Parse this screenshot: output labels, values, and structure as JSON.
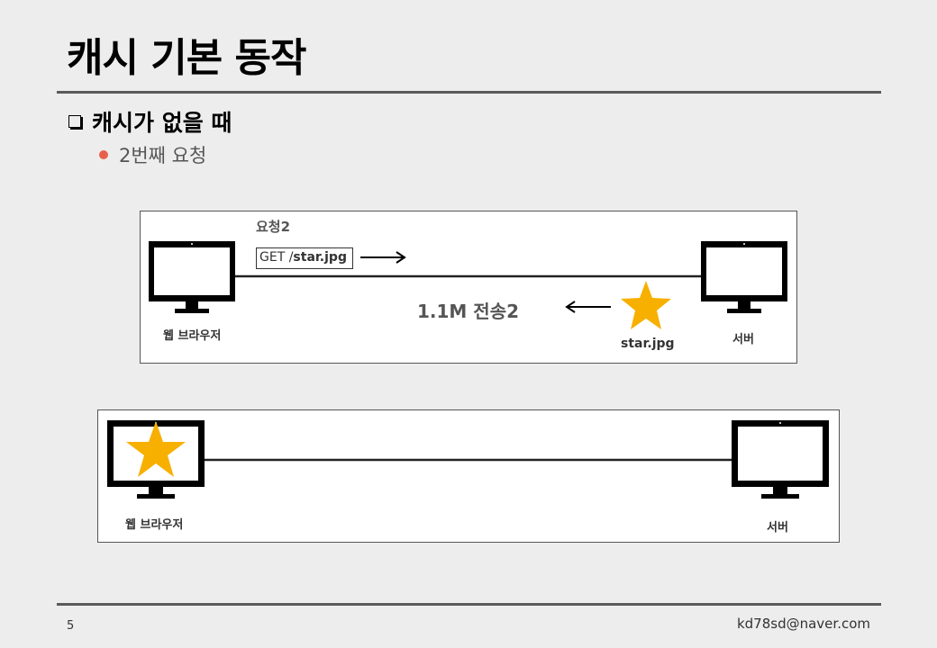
{
  "slide": {
    "title": "캐시 기본 동작",
    "heading": "캐시가 없을 때",
    "bullet": "2번째 요청",
    "page_number": "5",
    "email": "kd78sd@naver.com"
  },
  "diagram1": {
    "request_label": "요청2",
    "request_method": "GET /",
    "request_file": "star.jpg",
    "transfer_label": "1.1M 전송2",
    "file_label": "star.jpg",
    "client_label": "웹 브라우저",
    "server_label": "서버"
  },
  "diagram2": {
    "client_label": "웹 브라우저",
    "server_label": "서버"
  },
  "colors": {
    "star": "#f7b000",
    "bullet_dot": "#e8604c"
  },
  "icons": [
    "monitor-icon",
    "star-icon",
    "arrow-right-icon",
    "arrow-left-icon",
    "checkbox-icon"
  ]
}
